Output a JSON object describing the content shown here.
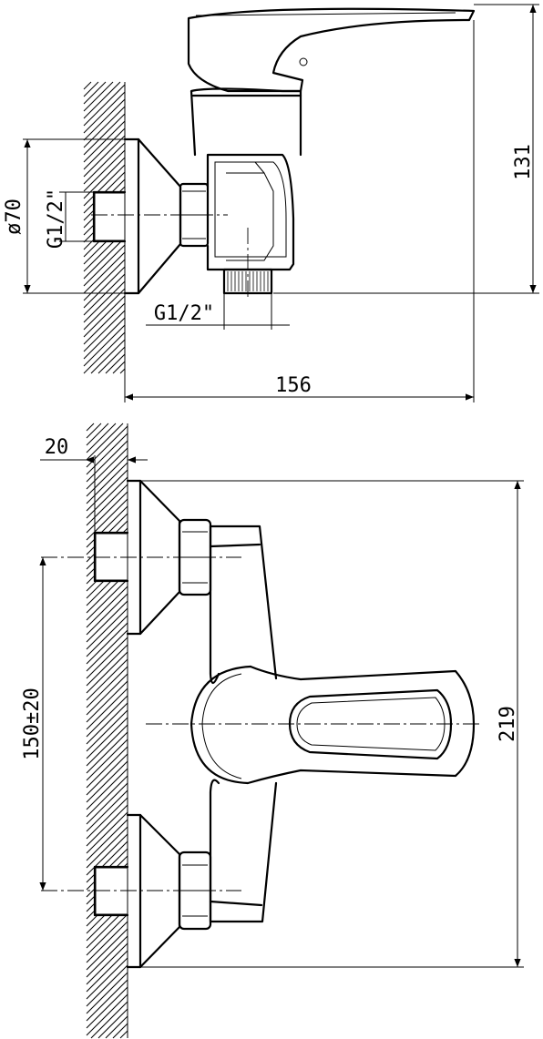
{
  "views": {
    "side": {
      "label_height": "131",
      "label_diameter": "ø70",
      "label_thread_inlet": "G1/2\"",
      "label_thread_outlet": "G1/2\"",
      "label_length": "156"
    },
    "front": {
      "label_wall_offset": "20",
      "label_spacing": "150±20",
      "label_total_height": "219"
    }
  }
}
